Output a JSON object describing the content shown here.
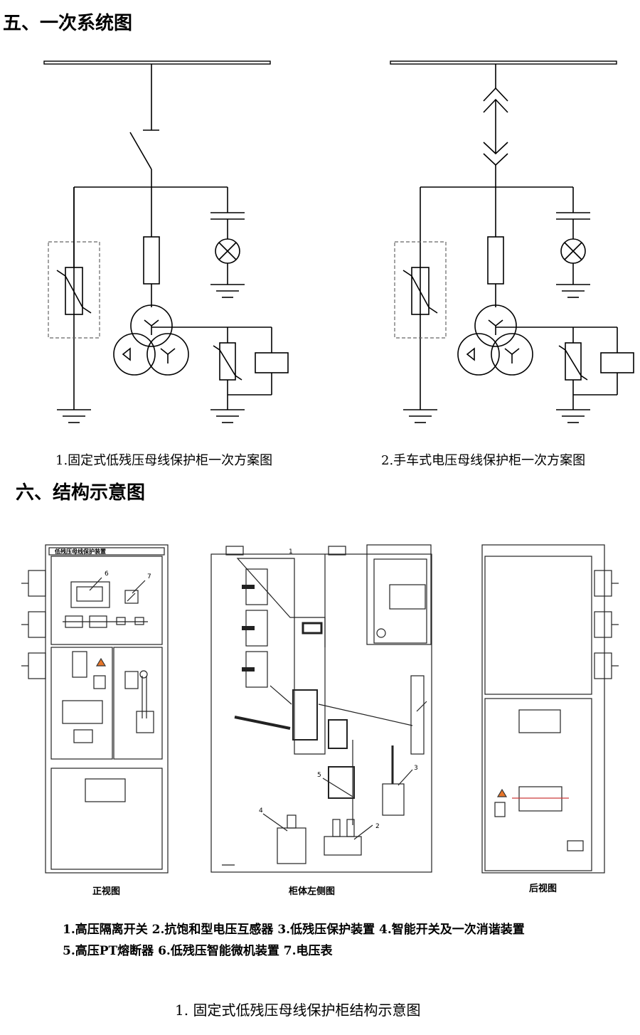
{
  "section5": {
    "title": "五、一次系统图"
  },
  "diagram1": {
    "caption": "1.固定式低残压母线保护柜一次方案图"
  },
  "diagram2": {
    "caption": "2.手车式电压母线保护柜一次方案图"
  },
  "section6": {
    "title": "六、结构示意图"
  },
  "cabinet": {
    "panel_label": "低残压母线保护装置",
    "front_view_label": "正视图",
    "left_view_label": "柜体左侧图",
    "back_view_label": "后视图",
    "callouts": [
      "1",
      "2",
      "3",
      "4",
      "5",
      "6",
      "7"
    ]
  },
  "legend": {
    "line1": "1.高压隔离开关 2.抗饱和型电压互感器 3.低残压保护装置 4.智能开关及一次消谐装置",
    "line2": "5.高压PT熔断器 6.低残压智能微机装置 7.电压表"
  },
  "bottom_caption": "1. 固定式低残压母线保护柜结构示意图"
}
